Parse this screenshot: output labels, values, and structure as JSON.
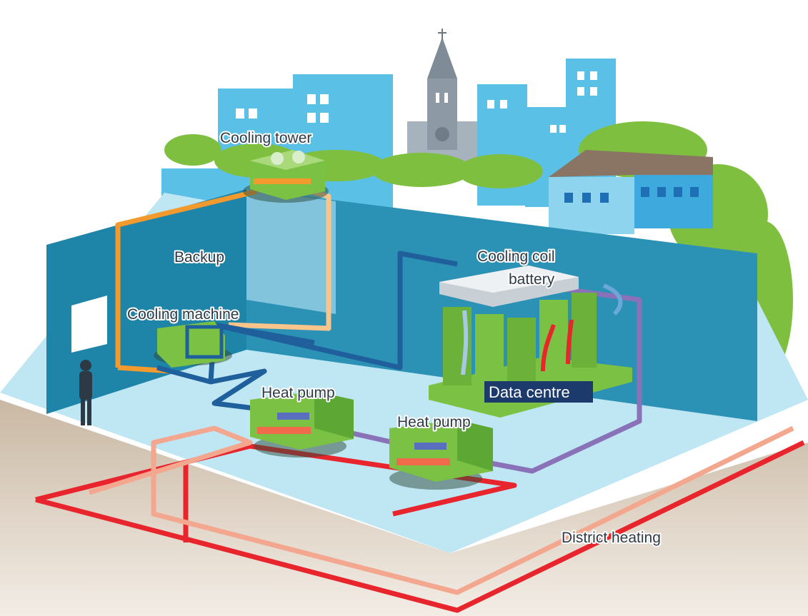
{
  "labels": {
    "cooling_tower": "Cooling tower",
    "backup": "Backup",
    "cooling_machine": "Cooling machine",
    "cooling_coil_line1": "Cooling coil",
    "cooling_coil_line2": "battery",
    "data_centre": "Data centre",
    "heat_pump_1": "Heat pump",
    "heat_pump_2": "Heat pump",
    "district_heating": "District heating"
  },
  "colors": {
    "sky_buildings": "#5bc0e6",
    "trees": "#7fbf3f",
    "wall": "#1e84a8",
    "floor": "#bfe6f3",
    "soil": "#a48f78",
    "pipe_orange": "#f39a2e",
    "pipe_orange_light": "#f9c58a",
    "pipe_blue": "#1f5f9c",
    "pipe_purple": "#8a72b8",
    "pipe_red": "#e8242c",
    "pipe_salmon": "#f4a78f",
    "equipment_green": "#7bc143",
    "data_centre_badge": "#1c3a6b"
  }
}
